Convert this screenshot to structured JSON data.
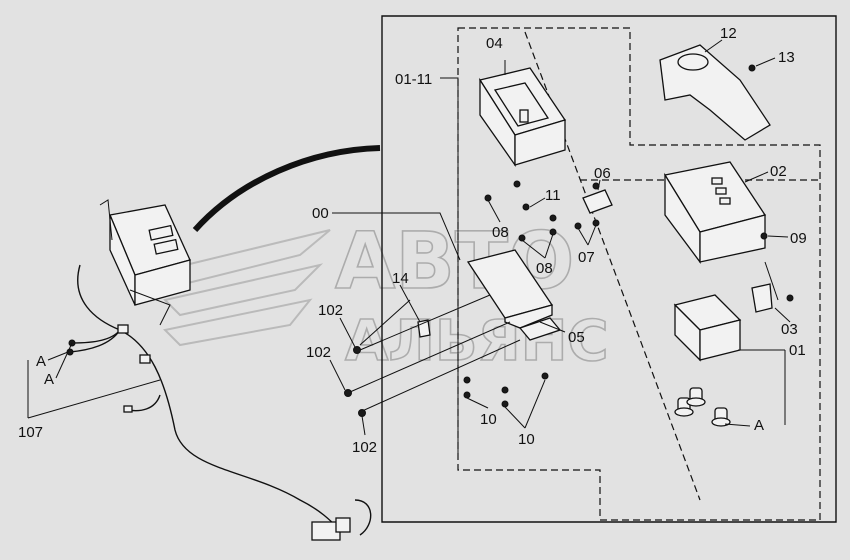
{
  "labels": {
    "l04": "04",
    "l01_11": "01-11",
    "l12": "12",
    "l13": "13",
    "l02": "02",
    "l06": "06",
    "l11": "11",
    "l00": "00",
    "l08a": "08",
    "l08b": "08",
    "l07": "07",
    "l09": "09",
    "l14": "14",
    "l102a": "102",
    "l102b": "102",
    "l102c": "102",
    "l05": "05",
    "l03": "03",
    "l01": "01",
    "lA1": "A",
    "lA2": "A",
    "lA3": "A",
    "l107": "107",
    "l10a": "10",
    "l10b": "10"
  },
  "watermark": {
    "line1": "АВТО",
    "line2": "АЛЬЯНС"
  },
  "colors": {
    "background": "#e2e2e2",
    "ink": "#111111",
    "watermark": "#9a9a9a"
  }
}
